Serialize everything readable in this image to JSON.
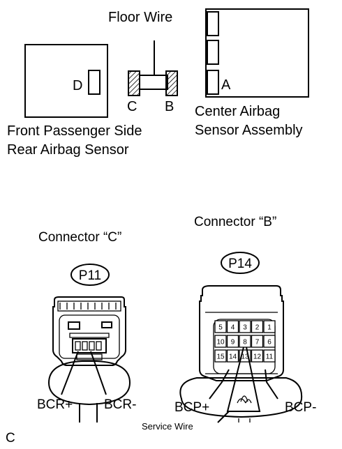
{
  "labels": {
    "floor_wire": "Floor Wire",
    "d": "D",
    "c": "C",
    "b": "B",
    "a": "A",
    "front_sensor_line1": "Front Passenger Side",
    "front_sensor_line2": "Rear Airbag Sensor",
    "center_sensor_line1": "Center Airbag",
    "center_sensor_line2": "Sensor Assembly",
    "connector_c": "Connector “C”",
    "connector_b": "Connector “B”",
    "p11": "P11",
    "p14": "P14",
    "bcr_plus": "BCR+",
    "bcr_minus": "BCR-",
    "bcp_plus": "BCP+",
    "bcp_minus": "BCP-",
    "service_wire": "Service Wire",
    "figure_code": "C"
  },
  "connector_b_pins": {
    "row1": [
      "5",
      "4",
      "3",
      "2",
      "1"
    ],
    "row2": [
      "10",
      "9",
      "8",
      "7",
      "6"
    ],
    "row3": [
      "15",
      "14",
      "13",
      "12",
      "11"
    ]
  },
  "colors": {
    "line": "#000000",
    "background": "#ffffff"
  }
}
